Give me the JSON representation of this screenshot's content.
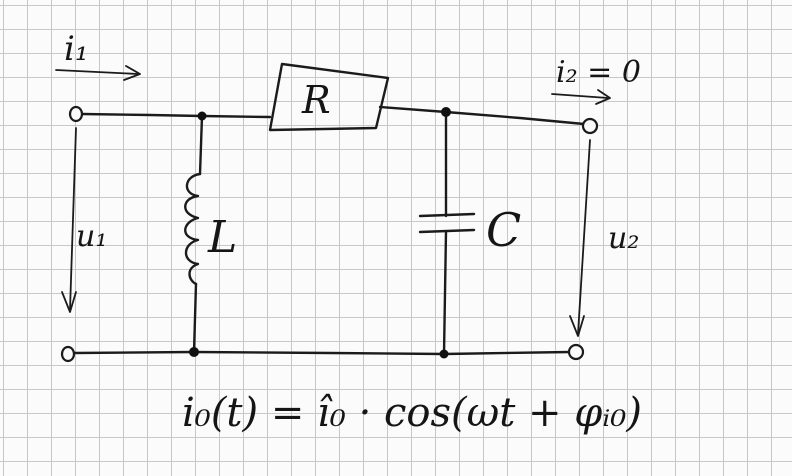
{
  "labels": {
    "i1": "i₁",
    "i2": "i₂ = 0",
    "u1": "u₁",
    "u2": "u₂",
    "R": "R",
    "L": "L",
    "C": "C",
    "equation": "i₀(t) = î₀ · cos(ωt + φᵢ₀)"
  }
}
